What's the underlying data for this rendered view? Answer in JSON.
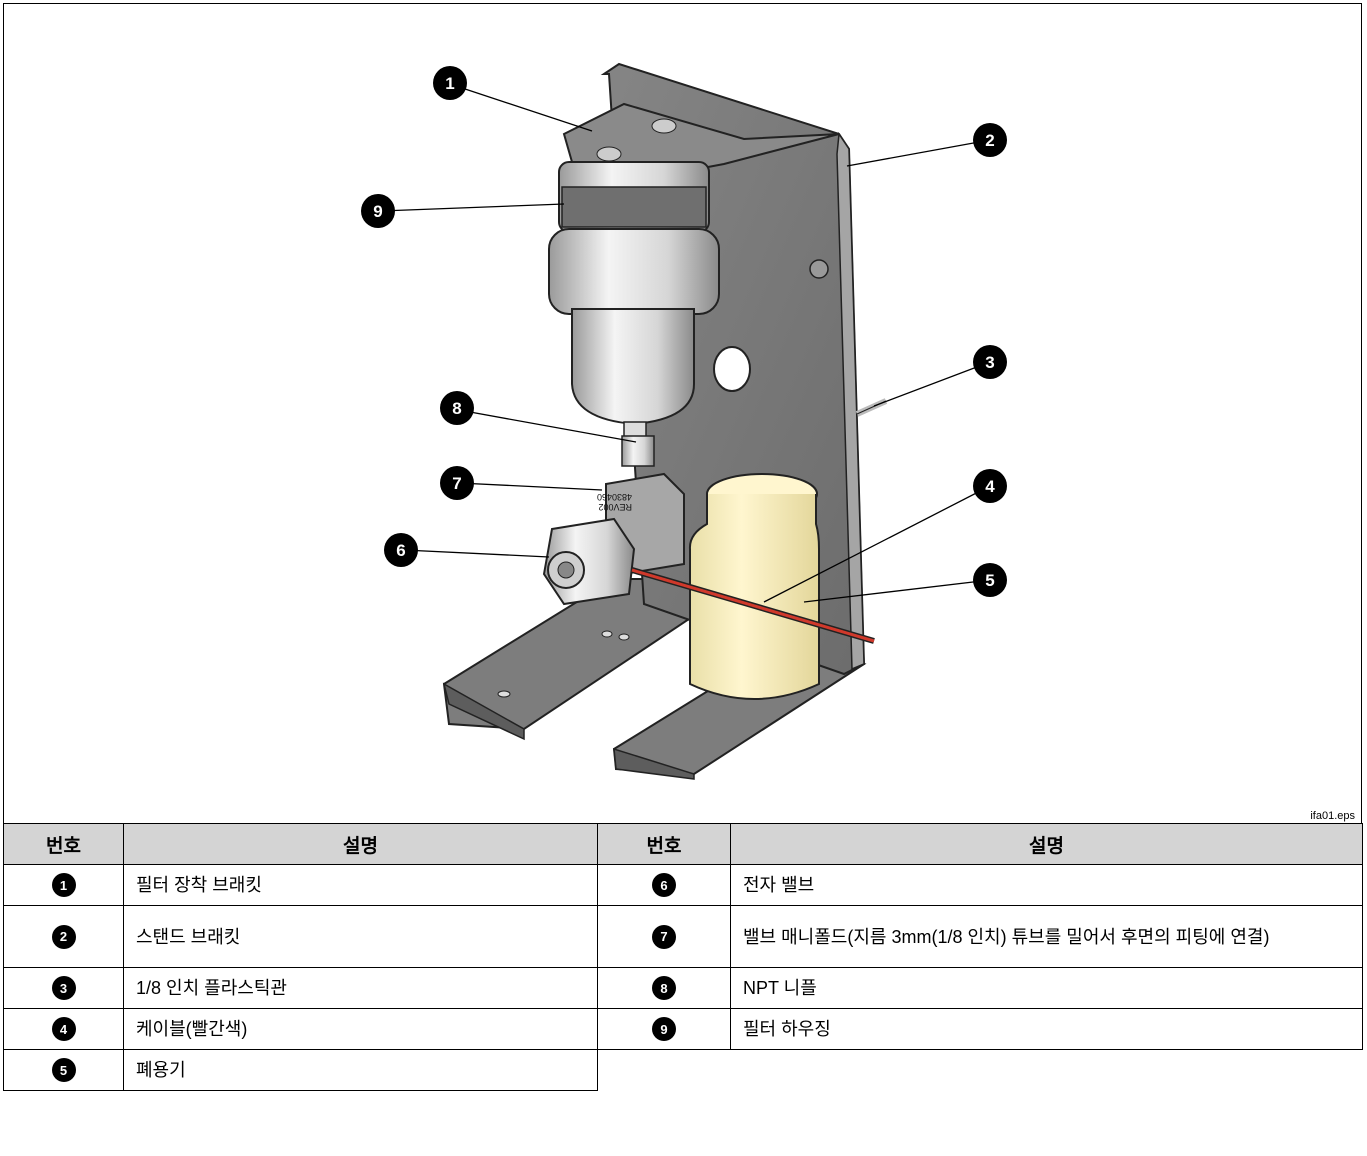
{
  "figure": {
    "file_label": "ifa01.eps",
    "callouts": [
      "1",
      "2",
      "3",
      "4",
      "5",
      "6",
      "7",
      "8",
      "9"
    ],
    "valve_marking_1": "4830460",
    "valve_marking_2": "REV002"
  },
  "legend": {
    "headers": {
      "num_left": "번호",
      "desc_left": "설명",
      "num_right": "번호",
      "desc_right": "설명"
    },
    "rows": [
      {
        "n1": "1",
        "d1": "필터 장착 브래킷",
        "n2": "6",
        "d2": "전자 밸브"
      },
      {
        "n1": "2",
        "d1": "스탠드 브래킷",
        "n2": "7",
        "d2": "밸브 매니폴드(지름 3mm(1/8 인치) 튜브를 밀어서 후면의 피팅에 연결)"
      },
      {
        "n1": "3",
        "d1": "1/8 인치 플라스틱관",
        "n2": "8",
        "d2": "NPT 니플"
      },
      {
        "n1": "4",
        "d1": "케이블(빨간색)",
        "n2": "9",
        "d2": "필터 하우징"
      },
      {
        "n1": "5",
        "d1": "폐용기"
      }
    ]
  }
}
